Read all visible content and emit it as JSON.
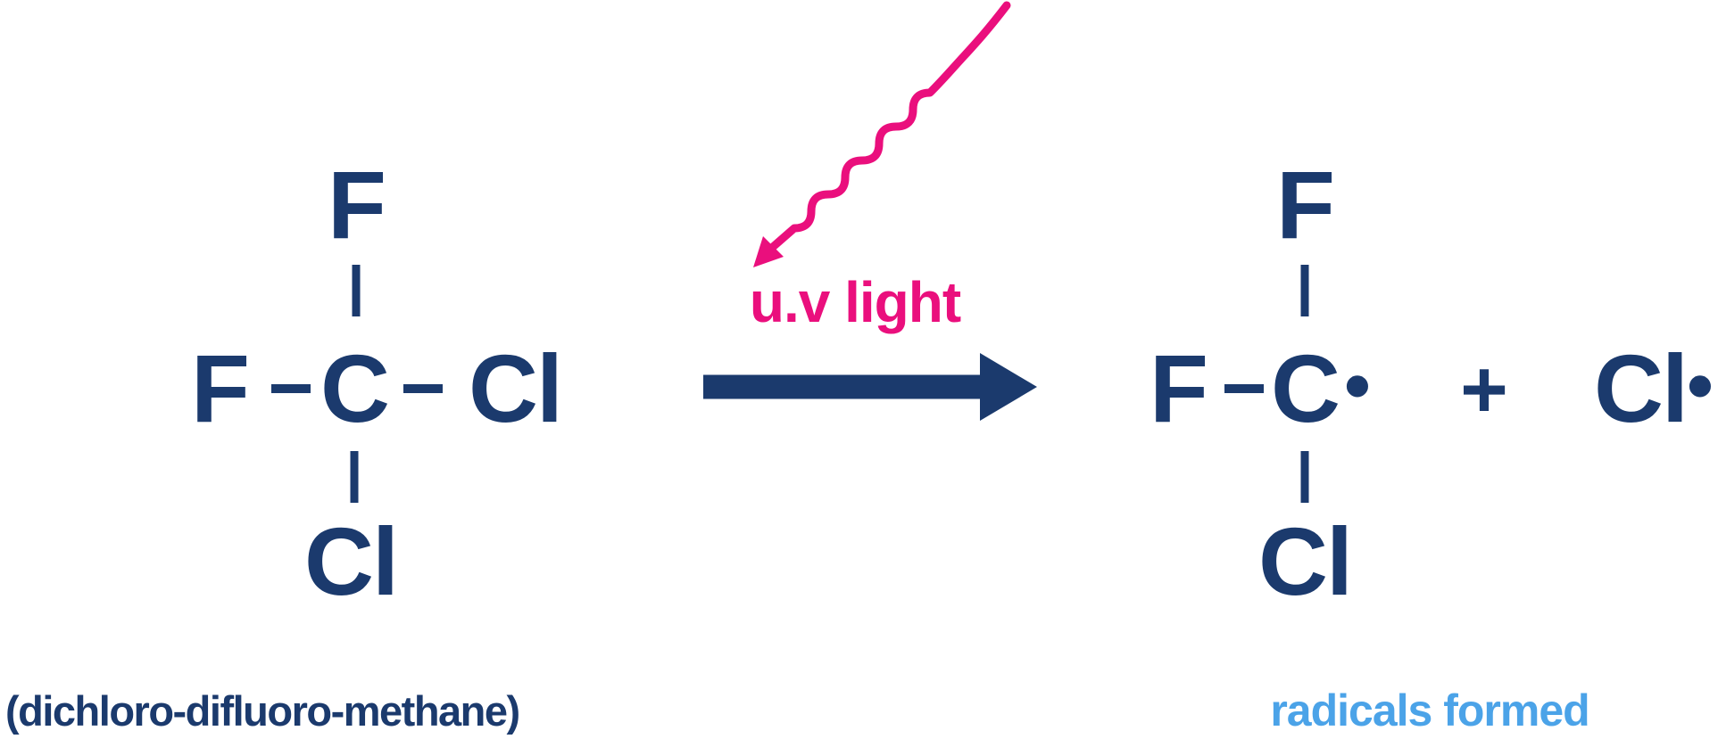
{
  "colors": {
    "navy": "#1b3a6d",
    "pink": "#ea0f7d",
    "light_blue": "#4ba3e8",
    "background": "#ffffff"
  },
  "reactant": {
    "atom_top": "F",
    "atom_left": "F",
    "atom_center": "C",
    "atom_right": "Cl",
    "atom_bottom": "Cl",
    "caption": "(dichloro-difluoro-methane)"
  },
  "reaction": {
    "condition_label": "u.v light"
  },
  "products": {
    "radical1": {
      "atom_top": "F",
      "atom_left": "F",
      "atom_center": "C",
      "radical_dot": "•",
      "atom_bottom": "Cl"
    },
    "plus_sign": "+",
    "radical2": {
      "symbol": "Cl",
      "radical_dot": "•"
    },
    "caption": "radicals formed"
  }
}
